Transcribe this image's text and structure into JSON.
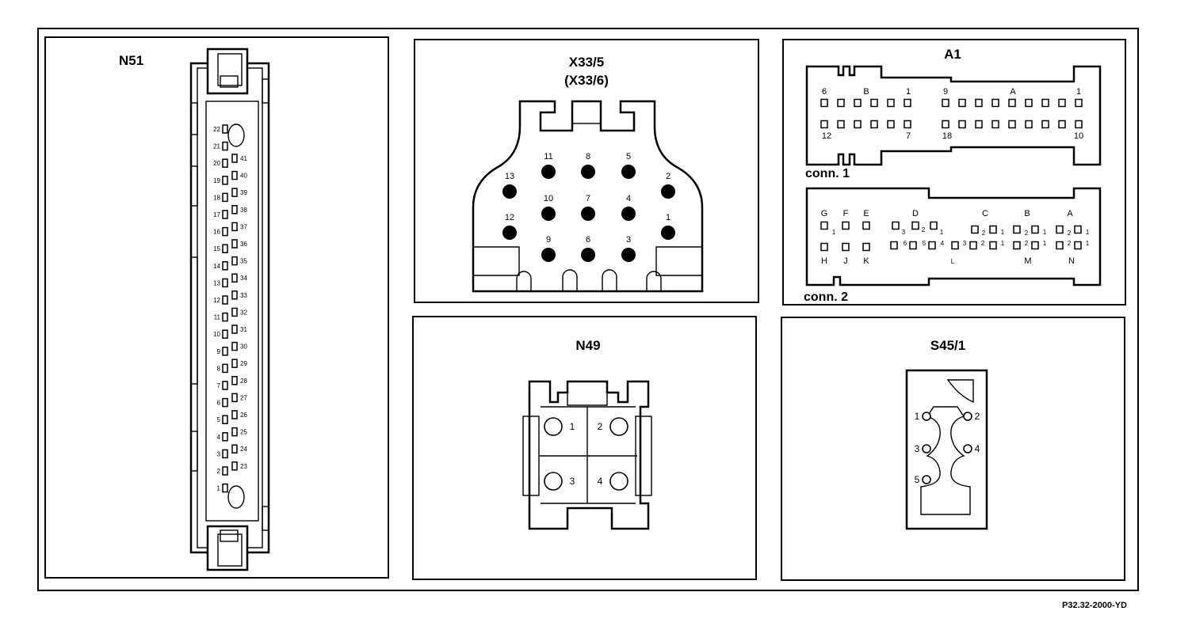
{
  "reference": "P32.32-2000-YD",
  "panels": {
    "n51": {
      "title": "N51",
      "left_pins": [
        "22",
        "21",
        "20",
        "19",
        "18",
        "17",
        "16",
        "15",
        "14",
        "13",
        "12",
        "11",
        "10",
        "9",
        "8",
        "7",
        "6",
        "5",
        "4",
        "3",
        "2",
        "1"
      ],
      "right_pins": [
        "41",
        "40",
        "39",
        "38",
        "37",
        "36",
        "35",
        "34",
        "33",
        "32",
        "31",
        "30",
        "29",
        "28",
        "27",
        "26",
        "25",
        "24",
        "23"
      ]
    },
    "x33": {
      "title": "X33/5",
      "subtitle": "(X33/6)",
      "pins": [
        "11",
        "8",
        "5",
        "13",
        "2",
        "10",
        "7",
        "4",
        "12",
        "1",
        "9",
        "6",
        "3"
      ]
    },
    "a1": {
      "title": "A1",
      "conn1_label": "conn. 1",
      "conn2_label": "conn. 2",
      "conn1_top": [
        "6",
        "B",
        "1",
        "9",
        "A",
        "1"
      ],
      "conn1_bottom": [
        "12",
        "7",
        "18",
        "10"
      ],
      "conn2_top": [
        "G",
        "F",
        "E",
        "D",
        "C",
        "B",
        "A"
      ],
      "conn2_bottom": [
        "H",
        "J",
        "K",
        "L",
        "M",
        "N"
      ],
      "conn2_nums": [
        "1",
        "3",
        "2",
        "1",
        "2",
        "1",
        "2",
        "1",
        "2",
        "1",
        "6",
        "5",
        "4",
        "3",
        "2",
        "1",
        "2",
        "1",
        "2",
        "1"
      ]
    },
    "n49": {
      "title": "N49",
      "pins": [
        "1",
        "2",
        "3",
        "4"
      ]
    },
    "s45": {
      "title": "S45/1",
      "pins": [
        "1",
        "2",
        "3",
        "4",
        "5"
      ]
    }
  }
}
